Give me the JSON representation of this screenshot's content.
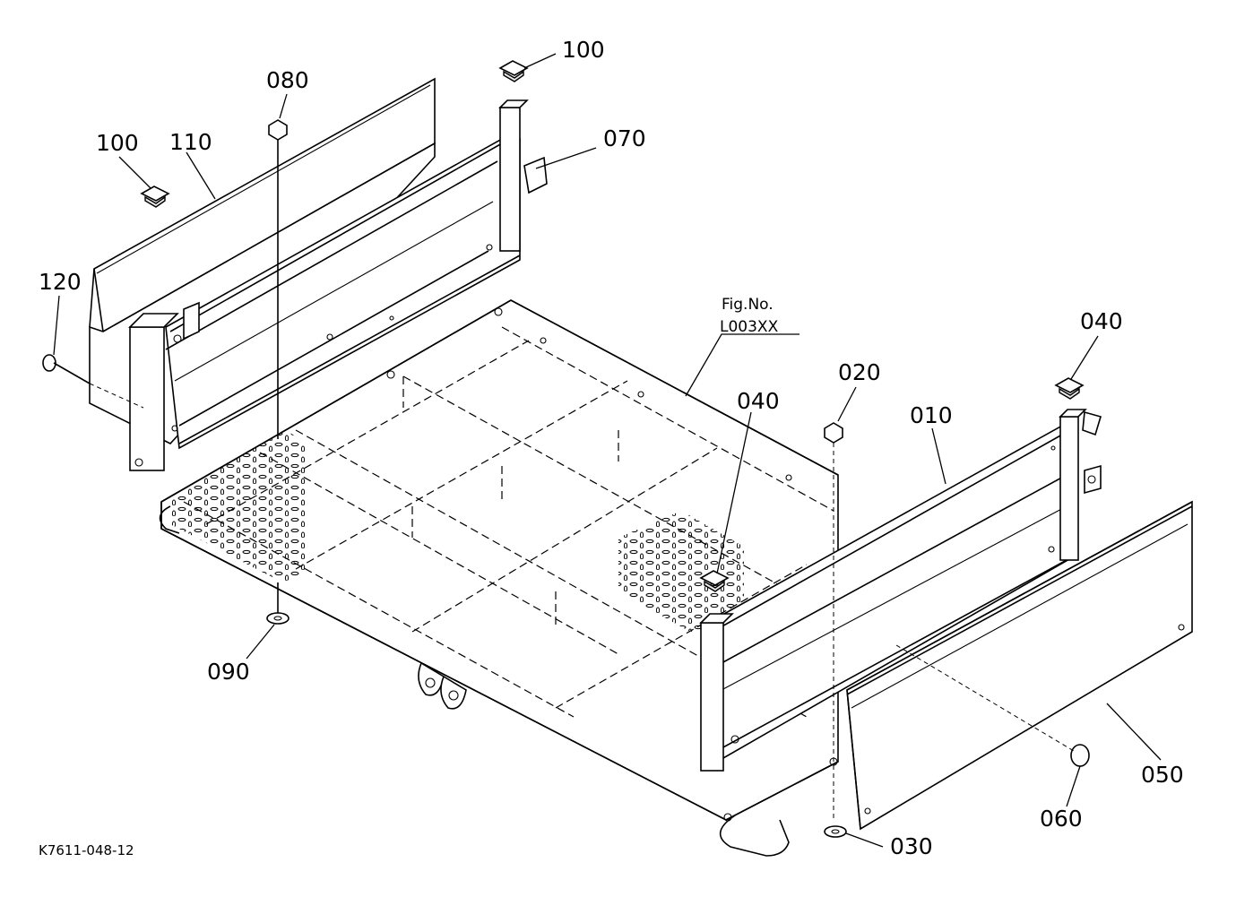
{
  "diagram": {
    "figure_label": "Fig.No.",
    "figure_number": "L003XX",
    "drawing_code": "K7611-048-12",
    "callouts": {
      "c100_top": "100",
      "c080": "080",
      "c100_left": "100",
      "c110": "110",
      "c070": "070",
      "c120": "120",
      "c040_right": "040",
      "c020": "020",
      "c010": "010",
      "c040_mid": "040",
      "c090": "090",
      "c050": "050",
      "c060": "060",
      "c030": "030"
    }
  }
}
